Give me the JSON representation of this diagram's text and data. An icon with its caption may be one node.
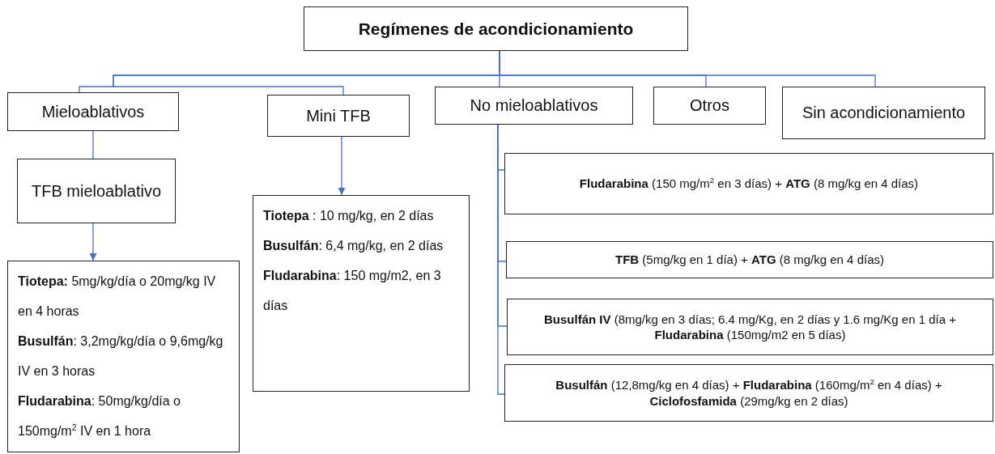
{
  "diagram": {
    "nodes": [
      {
        "text": [
          "Regímenes de acondicionamiento"
        ]
      },
      {
        "text": [
          "Mieloablativos"
        ]
      },
      {
        "text": [
          "Mini TFB"
        ]
      },
      {
        "text": [
          "No mieloablativos"
        ]
      },
      {
        "text": [
          "Otros"
        ]
      },
      {
        "text": [
          "Sin acondicionamiento"
        ]
      },
      {
        "text": [
          "TFB mieloablativo"
        ]
      },
      {
        "text": [
          "**Tiotepa:**   5mg/kg/día o 20mg/kg IV en 4 horas",
          "**Busulfán**: 3,2mg/kg/día o 9,6mg/kg IV en 3 horas",
          "**Fludarabina**: 50mg/kg/día o 150mg/m$^{2}$ IV en 1 hora"
        ]
      },
      {
        "text": [
          "**Tiotepa**   : 10 mg/kg, en 2 días",
          "**Busulfán**: 6,4 mg/kg, en 2 días",
          "**Fludarabina**: 150 mg/m2, en 3 días"
        ]
      },
      {
        "text": [
          "**Fludarabina** (150 mg/m$^{2}$ en 3 días) + **ATG** (8 mg/kg en 4 días)"
        ]
      },
      {
        "text": [
          "**TFB** (5mg/kg en 1 día) + **ATG** (8 mg/kg en 4 días)"
        ]
      },
      {
        "text": [
          "**Busulfán IV** (8mg/kg en 3 días; 6.4 mg/Kg, en 2 días y 1.6 mg/Kg en 1 día + **Fludarabina** (150mg/m2 en 5 días)"
        ]
      },
      {
        "text": [
          "**Busulfán** (12,8mg/kg en 4 días) + **Fludarabina** (160mg/m$^{2}$ en 4 días) + **Ciclofosfamida** (29mg/kg en 2 días)"
        ]
      }
    ],
    "edges": [
      {
        "from": 0,
        "to": 1,
        "arrow": "none"
      },
      {
        "from": 0,
        "to": 2,
        "arrow": "none"
      },
      {
        "from": 0,
        "to": 3,
        "arrow": "none"
      },
      {
        "from": 0,
        "to": 4,
        "arrow": "none"
      },
      {
        "from": 0,
        "to": 5,
        "arrow": "none"
      },
      {
        "from": 1,
        "to": 6,
        "arrow": "none"
      },
      {
        "from": 6,
        "to": 7,
        "arrow": "to"
      },
      {
        "from": 2,
        "to": 8,
        "arrow": "to"
      },
      {
        "from": 3,
        "to": 9,
        "arrow": "none"
      },
      {
        "from": 3,
        "to": 10,
        "arrow": "none"
      },
      {
        "from": 3,
        "to": 11,
        "arrow": "none"
      },
      {
        "from": 3,
        "to": 12,
        "arrow": "none"
      }
    ]
  }
}
